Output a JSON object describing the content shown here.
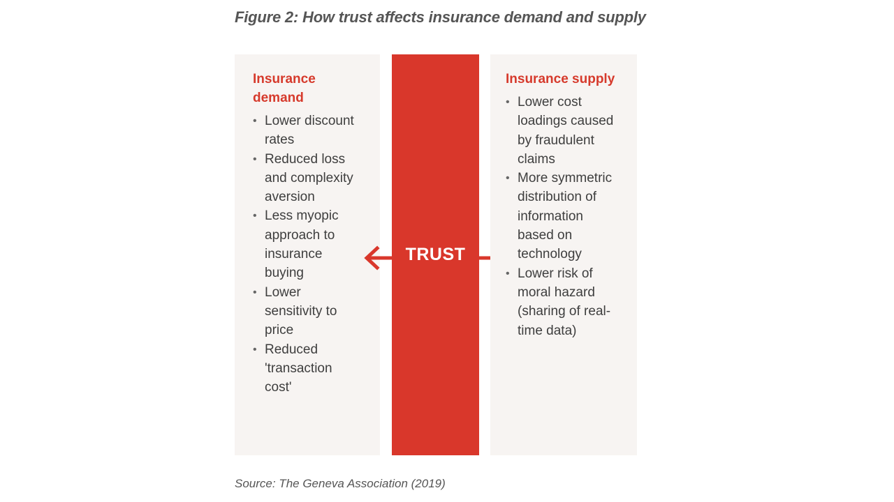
{
  "figure": {
    "title": "Figure 2: How trust affects insurance demand and supply",
    "source": "Source: The Geneva Association (2019)"
  },
  "center": {
    "label": "TRUST",
    "color": "#d9372b"
  },
  "demand": {
    "heading_line1": "Insurance",
    "heading_line2": "demand",
    "items": [
      [
        "Lower discount",
        "rates"
      ],
      [
        "Reduced loss",
        "and complexity",
        "aversion"
      ],
      [
        "Less myopic",
        "approach to",
        "insurance",
        "buying"
      ],
      [
        "Lower",
        "sensitivity to",
        "price"
      ],
      [
        "Reduced",
        "'transaction",
        "cost'"
      ]
    ]
  },
  "supply": {
    "heading": "Insurance supply",
    "items": [
      [
        "Lower cost",
        "loadings caused",
        "by fraudulent",
        "claims"
      ],
      [
        "More symmetric",
        "distribution of",
        "information",
        "based on",
        "technology"
      ],
      [
        "Lower risk of",
        "moral hazard",
        "(sharing of real-",
        "time data)"
      ]
    ]
  },
  "colors": {
    "accent": "#d63a2c",
    "panel_background": "#f7f4f2",
    "body_text": "#3e3e3e"
  },
  "bullet_symbol": "•"
}
